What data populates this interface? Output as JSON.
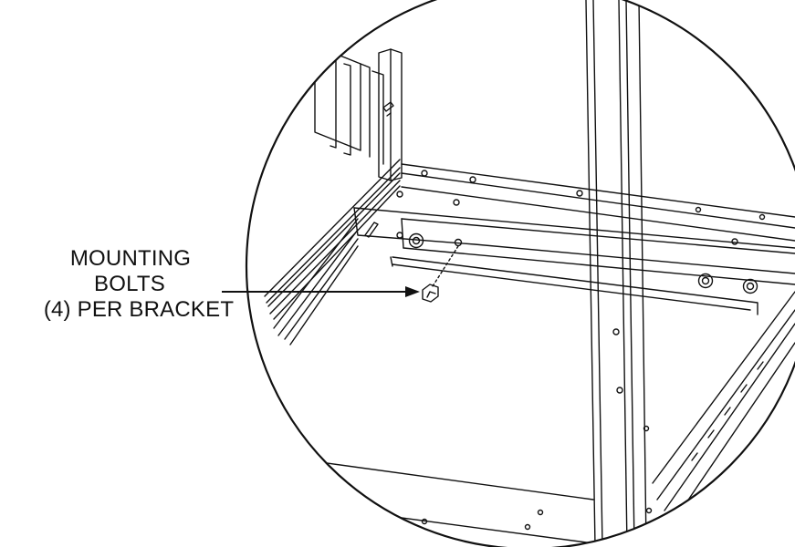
{
  "callout": {
    "line1": "MOUNTING",
    "line2": "BOLTS",
    "line3": "(4) PER BRACKET"
  },
  "icons": {
    "bolt": "hex-bolt-icon"
  },
  "colors": {
    "line": "#111111",
    "background": "#ffffff"
  }
}
